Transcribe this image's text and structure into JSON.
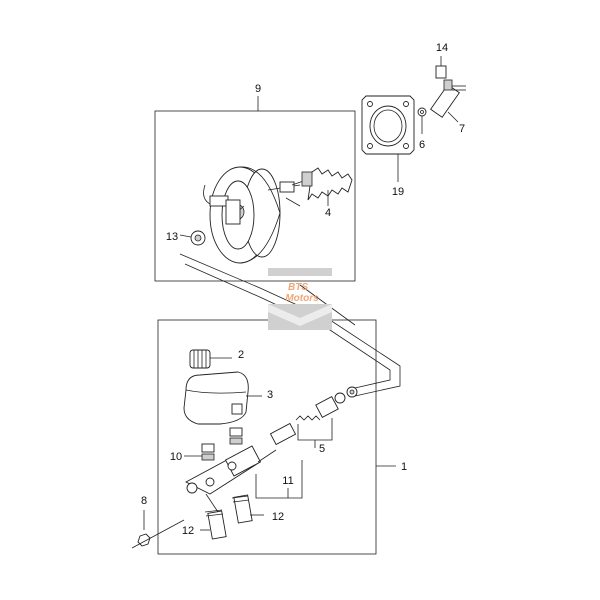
{
  "diagram": {
    "callouts": {
      "c1": "1",
      "c2": "2",
      "c3": "3",
      "c4": "4",
      "c5": "5",
      "c6": "6",
      "c7": "7",
      "c8": "8",
      "c9": "9",
      "c10": "10",
      "c11": "11",
      "c12a": "12",
      "c12b": "12",
      "c13": "13",
      "c14": "14",
      "c19": "19"
    },
    "watermark": {
      "line1": "BTS",
      "line2": "Motors",
      "color": "#f0a878"
    },
    "colors": {
      "line": "#222222",
      "watermark_band": "#d0d0d0"
    }
  }
}
